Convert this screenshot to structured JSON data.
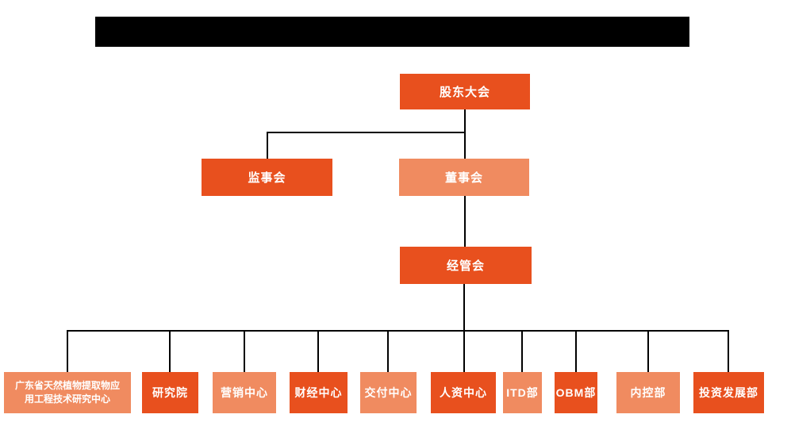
{
  "org": {
    "colors": {
      "primary": "#E8501E",
      "secondary": "#F08B60",
      "connector": "#000000",
      "title_bar": "#000000"
    },
    "nodes": {
      "shareholders": {
        "label": "股东大会"
      },
      "supervisors": {
        "label": "监事会"
      },
      "directors": {
        "label": "董事会"
      },
      "management": {
        "label": "经管会"
      }
    },
    "departments": [
      {
        "label": "广东省天然植物提取物应用工程技术研究中心",
        "lines": [
          "广东省天然植物提取物应",
          "用工程技术研究中心"
        ],
        "variant": "secondary"
      },
      {
        "label": "研究院",
        "variant": "primary"
      },
      {
        "label": "营销中心",
        "variant": "secondary"
      },
      {
        "label": "财经中心",
        "variant": "primary"
      },
      {
        "label": "交付中心",
        "variant": "secondary"
      },
      {
        "label": "人资中心",
        "variant": "primary"
      },
      {
        "label": "ITD部",
        "variant": "secondary"
      },
      {
        "label": "OBM部",
        "variant": "primary"
      },
      {
        "label": "内控部",
        "variant": "secondary"
      },
      {
        "label": "投资发展部",
        "variant": "primary"
      }
    ]
  }
}
